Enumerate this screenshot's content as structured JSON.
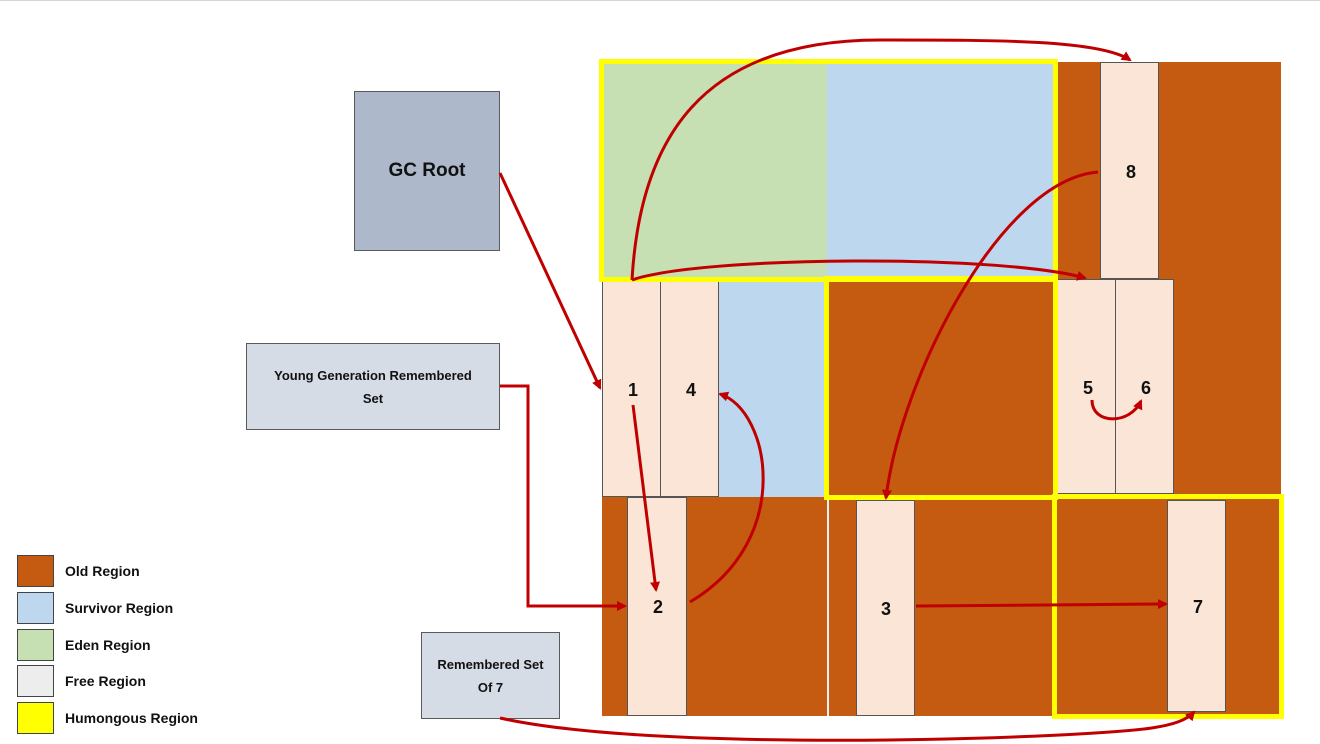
{
  "boxes": {
    "gc_root": "GC Root",
    "young_rs_line1": "Young Generation Remembered",
    "young_rs_line2": "Set",
    "rs7_line1": "Remembered Set",
    "rs7_line2": "Of 7"
  },
  "objects": [
    "1",
    "2",
    "3",
    "4",
    "5",
    "6",
    "7",
    "8"
  ],
  "legend": [
    {
      "label": "Old Region",
      "color": "#c55a11"
    },
    {
      "label": "Survivor Region",
      "color": "#bdd7ee"
    },
    {
      "label": "Eden Region",
      "color": "#c6e0b4"
    },
    {
      "label": "Free Region",
      "color": "#ededed"
    },
    {
      "label": "Humongous Region",
      "color": "#ffff00"
    }
  ],
  "colors": {
    "old": "#c55a11",
    "survivor": "#bdd7ee",
    "eden": "#c6e0b4",
    "object": "#fbe5d6",
    "humongous_border": "#ffff00",
    "arrow": "#c00000"
  }
}
